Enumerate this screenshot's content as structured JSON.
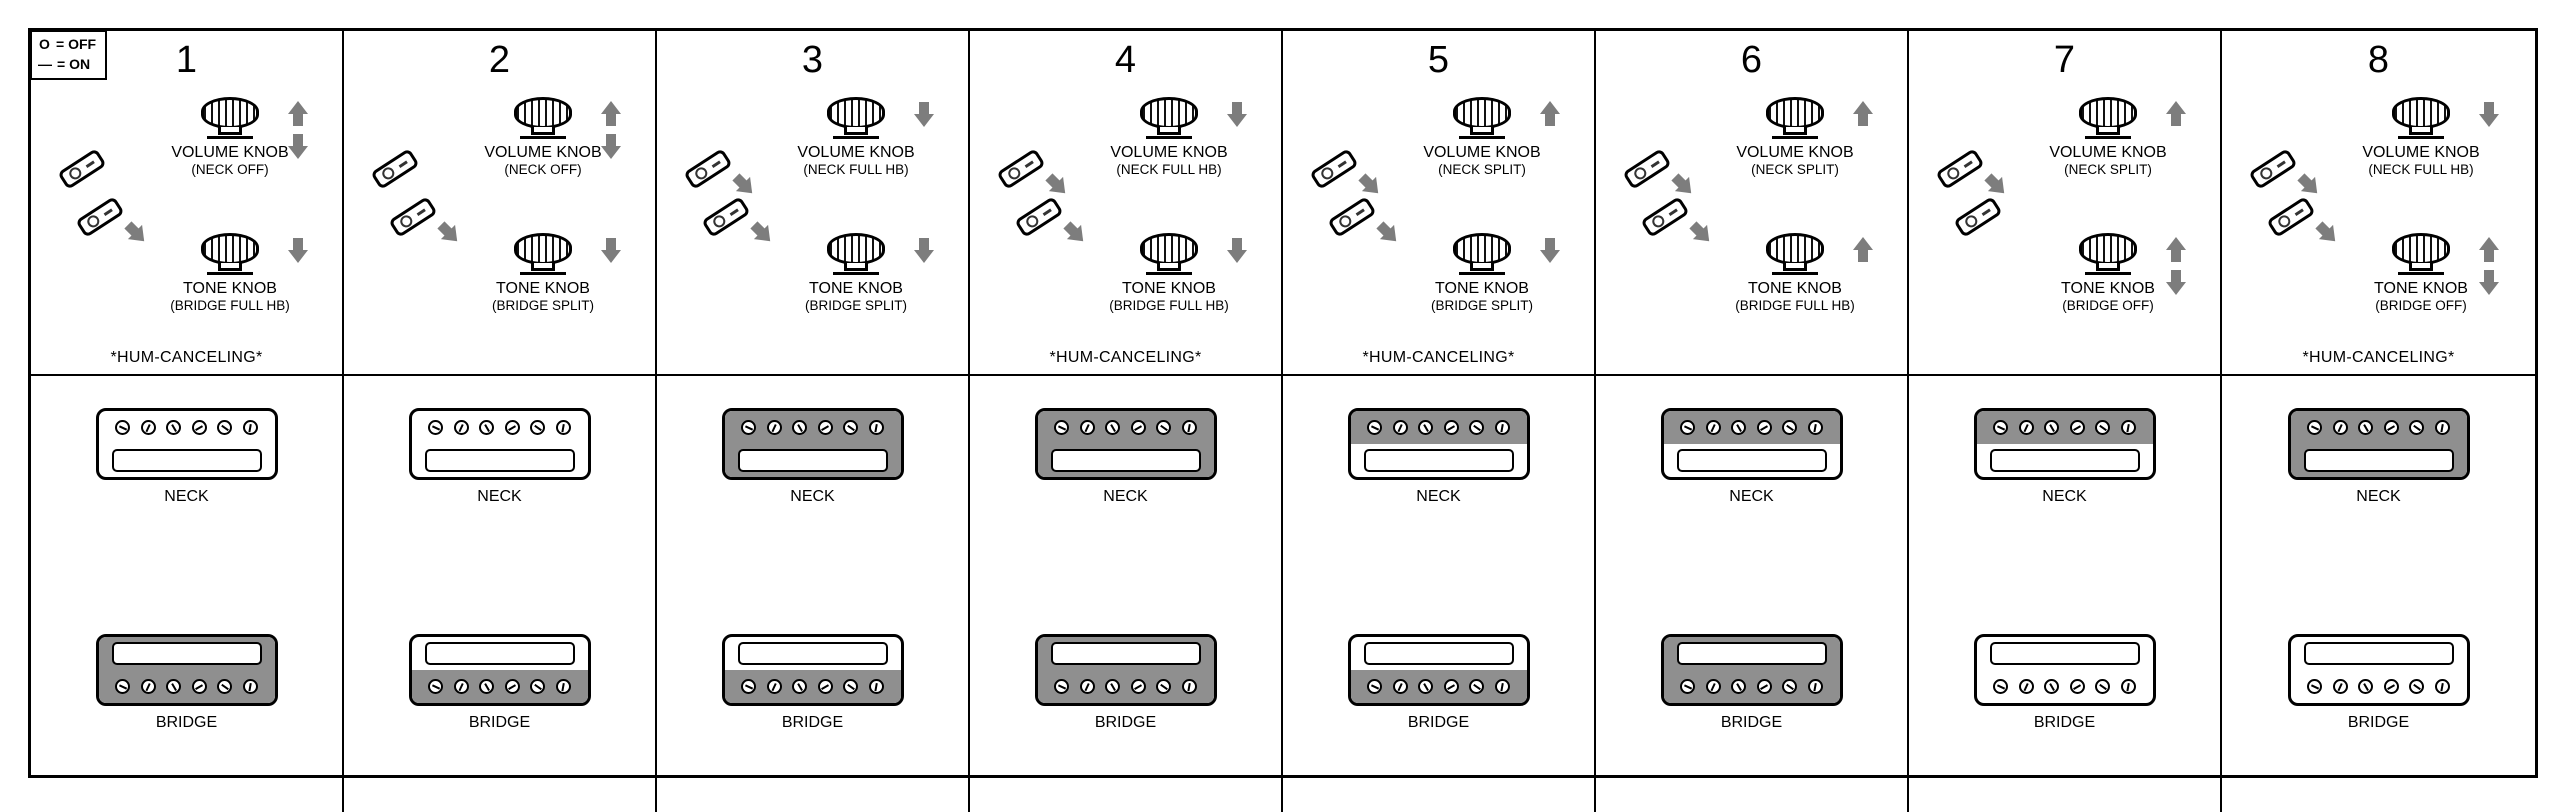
{
  "legend": {
    "off_symbol": "O",
    "off_text": "= OFF",
    "on_symbol": "—",
    "on_text": "= ON"
  },
  "shared": {
    "volume_label": "VOLUME KNOB",
    "tone_label": "TONE KNOB",
    "neck_label": "NECK",
    "bridge_label": "BRIDGE",
    "hum_label": "*HUM-CANCELING*"
  },
  "colors": {
    "coil_on": "#8f8f8f",
    "arrow": "#7d7d7d",
    "line": "#000000"
  },
  "columns": [
    {
      "number": "1",
      "volume_sub": "(NECK OFF)",
      "volume_arrow": "up-down",
      "tone_sub": "(BRIDGE FULL HB)",
      "tone_arrow": "down",
      "hum": "*HUM-CANCELING*",
      "switches": [
        "plain",
        "flip"
      ],
      "neck": {
        "screws": "off",
        "plain": "off"
      },
      "bridge": {
        "screws": "on",
        "plain": "on"
      }
    },
    {
      "number": "2",
      "volume_sub": "(NECK OFF)",
      "volume_arrow": "up-down",
      "tone_sub": "(BRIDGE SPLIT)",
      "tone_arrow": "down",
      "hum": "",
      "switches": [
        "plain",
        "flip"
      ],
      "neck": {
        "screws": "off",
        "plain": "off"
      },
      "bridge": {
        "screws": "on",
        "plain": "off"
      }
    },
    {
      "number": "3",
      "volume_sub": "(NECK FULL HB)",
      "volume_arrow": "down",
      "tone_sub": "(BRIDGE SPLIT)",
      "tone_arrow": "down",
      "hum": "",
      "switches": [
        "flip",
        "flip"
      ],
      "neck": {
        "screws": "on",
        "plain": "on"
      },
      "bridge": {
        "screws": "on",
        "plain": "off"
      }
    },
    {
      "number": "4",
      "volume_sub": "(NECK FULL HB)",
      "volume_arrow": "down",
      "tone_sub": "(BRIDGE FULL HB)",
      "tone_arrow": "down",
      "hum": "*HUM-CANCELING*",
      "switches": [
        "flip",
        "flip"
      ],
      "neck": {
        "screws": "on",
        "plain": "on"
      },
      "bridge": {
        "screws": "on",
        "plain": "on"
      }
    },
    {
      "number": "5",
      "volume_sub": "(NECK SPLIT)",
      "volume_arrow": "up",
      "tone_sub": "(BRIDGE SPLIT)",
      "tone_arrow": "down",
      "hum": "*HUM-CANCELING*",
      "switches": [
        "flip",
        "flip"
      ],
      "neck": {
        "screws": "on",
        "plain": "off"
      },
      "bridge": {
        "screws": "on",
        "plain": "off"
      }
    },
    {
      "number": "6",
      "volume_sub": "(NECK SPLIT)",
      "volume_arrow": "up",
      "tone_sub": "(BRIDGE FULL HB)",
      "tone_arrow": "up",
      "hum": "",
      "switches": [
        "flip",
        "flip"
      ],
      "neck": {
        "screws": "on",
        "plain": "off"
      },
      "bridge": {
        "screws": "on",
        "plain": "on"
      }
    },
    {
      "number": "7",
      "volume_sub": "(NECK SPLIT)",
      "volume_arrow": "up",
      "tone_sub": "(BRIDGE OFF)",
      "tone_arrow": "up-down",
      "hum": "",
      "switches": [
        "flip",
        "plain"
      ],
      "neck": {
        "screws": "on",
        "plain": "off"
      },
      "bridge": {
        "screws": "off",
        "plain": "off"
      }
    },
    {
      "number": "8",
      "volume_sub": "(NECK FULL HB)",
      "volume_arrow": "down",
      "tone_sub": "(BRIDGE OFF)",
      "tone_arrow": "up-down",
      "hum": "*HUM-CANCELING*",
      "switches": [
        "flip",
        "flip"
      ],
      "neck": {
        "screws": "on",
        "plain": "on"
      },
      "bridge": {
        "screws": "off",
        "plain": "off"
      }
    }
  ]
}
